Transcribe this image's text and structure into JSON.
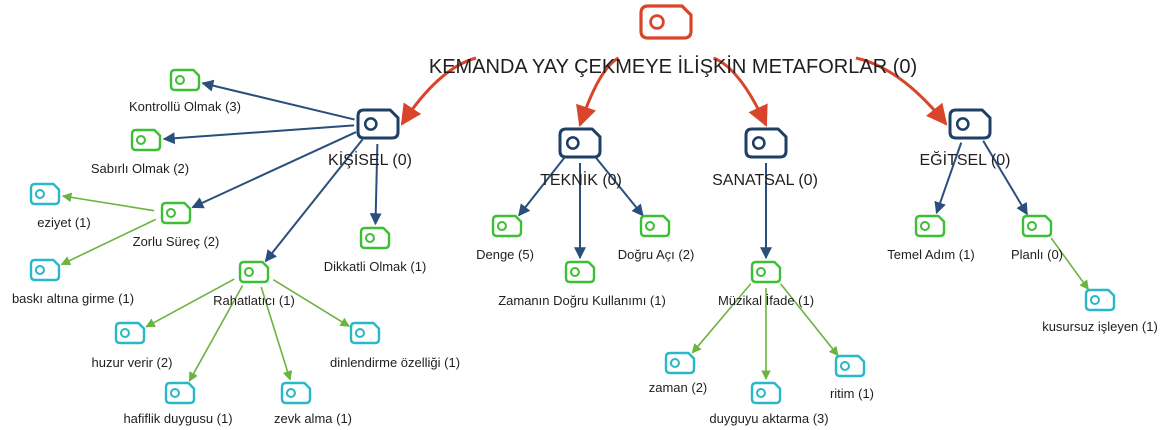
{
  "title": "KEMANDA YAY ÇEKMEYE İLİŞKİN METAFORLAR (0)",
  "colors": {
    "root": "#d9452b",
    "category": "#1f3f66",
    "code": "#3cbf35",
    "subcode": "#29b8c8",
    "edge_root": "#d9452b",
    "edge_category": "#2a4f7c",
    "edge_code": "#6cb33f",
    "text": "#1f1f1f"
  },
  "nodes": {
    "root": {
      "label": "KEMANDA YAY ÇEKMEYE İLİŞKİN METAFORLAR (0)",
      "kind": "root"
    },
    "kisisel": {
      "label": "KİŞİSEL (0)",
      "kind": "category"
    },
    "teknik": {
      "label": "TEKNİK (0)",
      "kind": "category"
    },
    "sanatsal": {
      "label": "SANATSAL (0)",
      "kind": "category"
    },
    "egitsel": {
      "label": "EĞİTSEL (0)",
      "kind": "category"
    },
    "kontrollu": {
      "label": "Kontrollü Olmak (3)",
      "kind": "code"
    },
    "sabirli": {
      "label": "Sabırlı Olmak (2)",
      "kind": "code"
    },
    "zorlu": {
      "label": "Zorlu Süreç (2)",
      "kind": "code"
    },
    "rahatlatici": {
      "label": "Rahatlatıcı (1)",
      "kind": "code"
    },
    "dikkatli": {
      "label": "Dikkatli Olmak (1)",
      "kind": "code"
    },
    "eziyet": {
      "label": "eziyet (1)",
      "kind": "subcode"
    },
    "baski": {
      "label": "baskı altına girme (1)",
      "kind": "subcode"
    },
    "huzur": {
      "label": "huzur verir (2)",
      "kind": "subcode"
    },
    "hafiflik": {
      "label": "hafiflik duygusu (1)",
      "kind": "subcode"
    },
    "zevk": {
      "label": "zevk alma (1)",
      "kind": "subcode"
    },
    "dinlendirme": {
      "label": "dinlendirme özelliği (1)",
      "kind": "subcode"
    },
    "denge": {
      "label": "Denge (5)",
      "kind": "code"
    },
    "zamanin": {
      "label": "Zamanın Doğru Kullanımı (1)",
      "kind": "code"
    },
    "dogru_aci": {
      "label": "Doğru Açı (2)",
      "kind": "code"
    },
    "muzikal": {
      "label": "Müzikal İfade (1)",
      "kind": "code"
    },
    "zaman": {
      "label": "zaman (2)",
      "kind": "subcode"
    },
    "duyguyu": {
      "label": "duyguyu aktarma (3)",
      "kind": "subcode"
    },
    "ritim": {
      "label": "ritim (1)",
      "kind": "subcode"
    },
    "temel": {
      "label": "Temel Adım (1)",
      "kind": "code"
    },
    "planli": {
      "label": "Planlı (0)",
      "kind": "code"
    },
    "kusursuz": {
      "label": "kusursuz işleyen (1)",
      "kind": "subcode"
    }
  },
  "edges": [
    [
      "root",
      "kisisel"
    ],
    [
      "root",
      "teknik"
    ],
    [
      "root",
      "sanatsal"
    ],
    [
      "root",
      "egitsel"
    ],
    [
      "kisisel",
      "kontrollu"
    ],
    [
      "kisisel",
      "sabirli"
    ],
    [
      "kisisel",
      "zorlu"
    ],
    [
      "kisisel",
      "rahatlatici"
    ],
    [
      "kisisel",
      "dikkatli"
    ],
    [
      "zorlu",
      "eziyet"
    ],
    [
      "zorlu",
      "baski"
    ],
    [
      "rahatlatici",
      "huzur"
    ],
    [
      "rahatlatici",
      "hafiflik"
    ],
    [
      "rahatlatici",
      "zevk"
    ],
    [
      "rahatlatici",
      "dinlendirme"
    ],
    [
      "teknik",
      "denge"
    ],
    [
      "teknik",
      "zamanin"
    ],
    [
      "teknik",
      "dogru_aci"
    ],
    [
      "sanatsal",
      "muzikal"
    ],
    [
      "muzikal",
      "zaman"
    ],
    [
      "muzikal",
      "duyguyu"
    ],
    [
      "muzikal",
      "ritim"
    ],
    [
      "egitsel",
      "temel"
    ],
    [
      "egitsel",
      "planli"
    ],
    [
      "planli",
      "kusursuz"
    ]
  ]
}
